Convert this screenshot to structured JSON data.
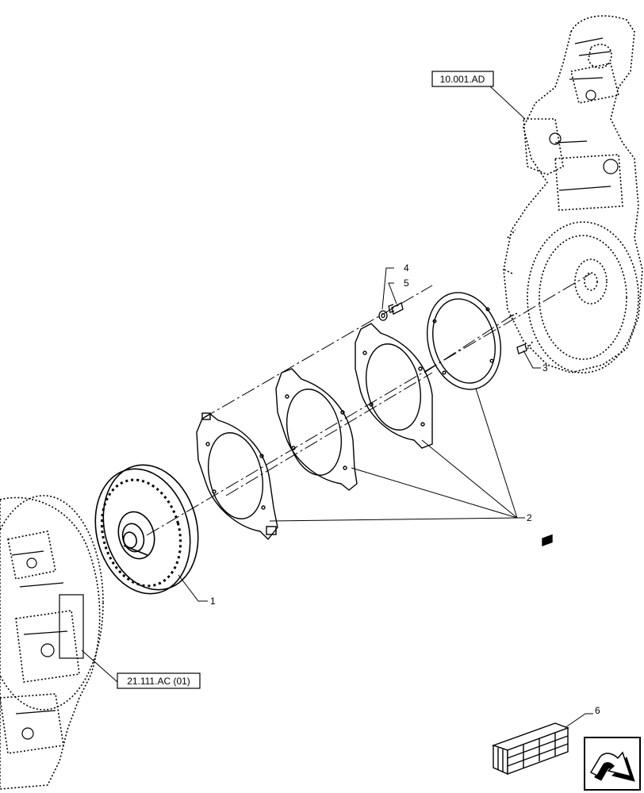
{
  "references": {
    "engine_ref": "10.001.AD",
    "transmission_ref": "21.111.AC (01)"
  },
  "callouts": {
    "torque_converter": "1",
    "flex_plates": "2",
    "bolt_engine": "3",
    "washer": "4",
    "bolt": "5",
    "kit": "6"
  },
  "icons": {
    "nav": "arrow-navigation-icon",
    "kit": "crate-kit-icon"
  }
}
